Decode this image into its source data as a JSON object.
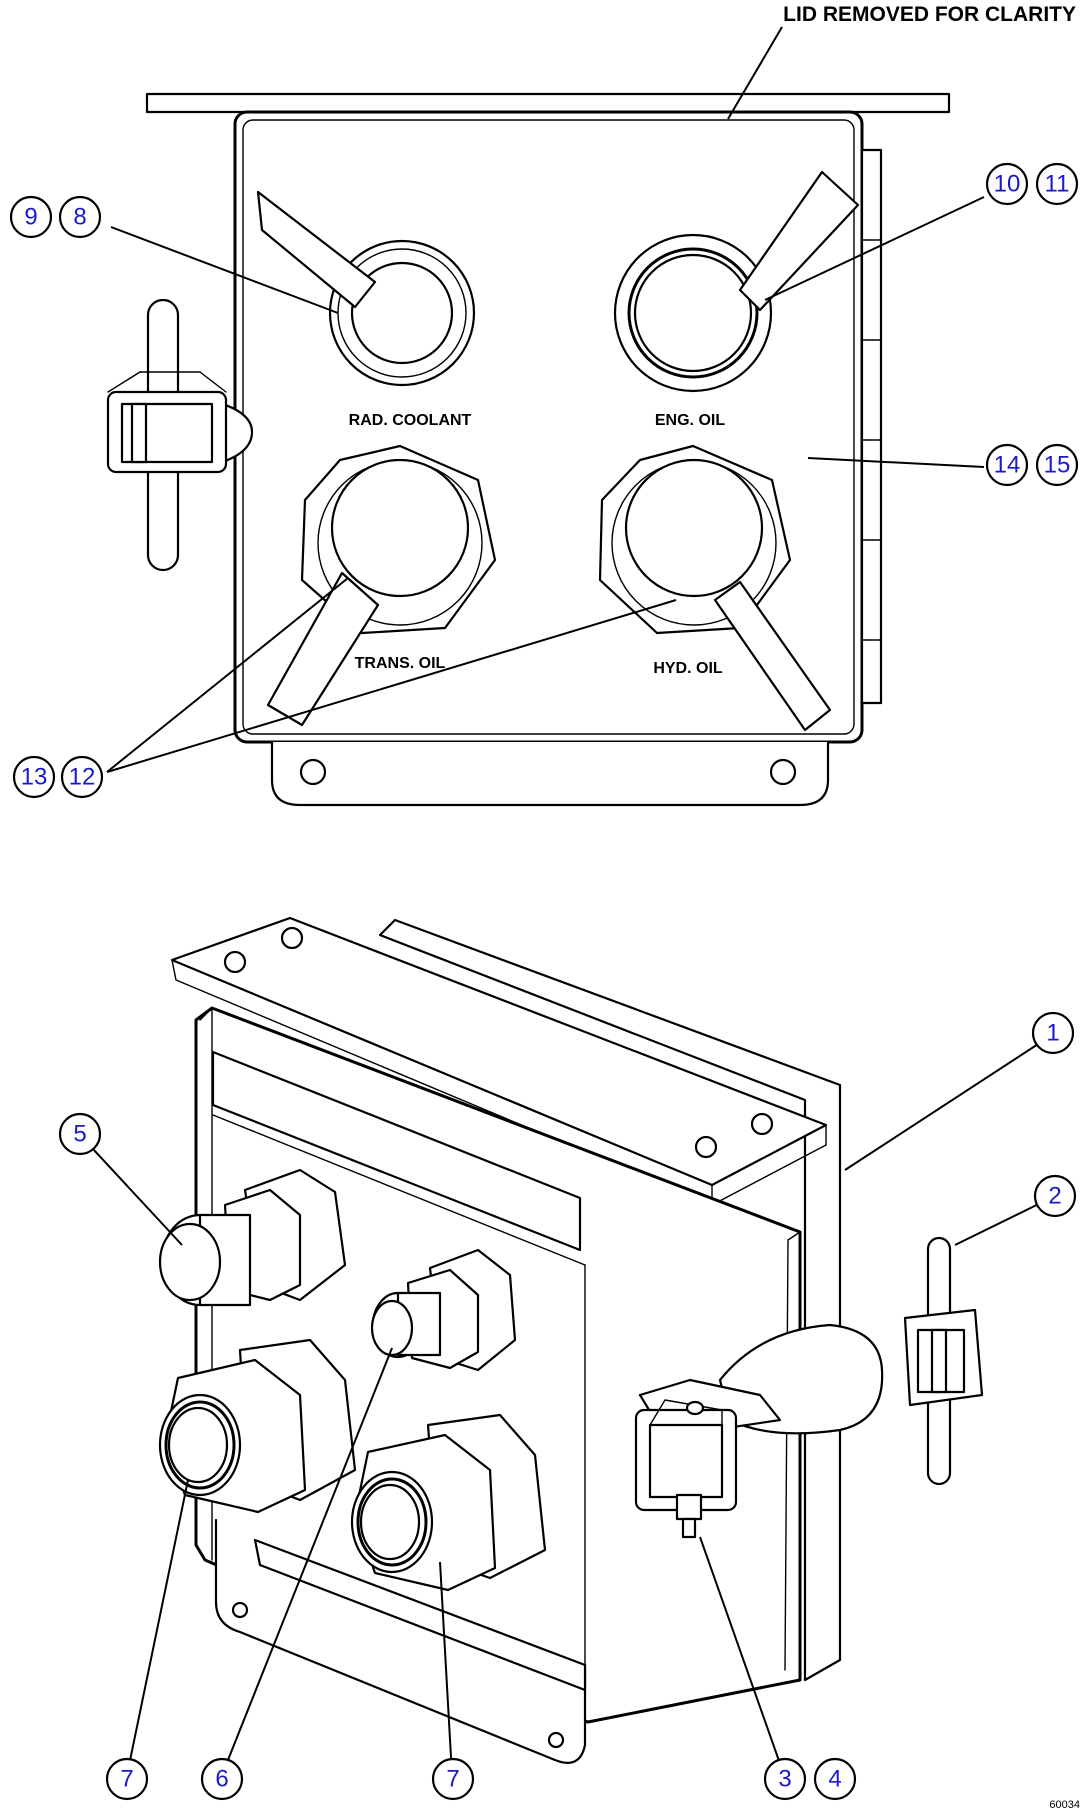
{
  "note": "LID REMOVED FOR CLARITY",
  "figure_id": "60034",
  "port_labels": {
    "rad_coolant": "RAD. COOLANT",
    "eng_oil": "ENG. OIL",
    "trans_oil": "TRANS. OIL",
    "hyd_oil": "HYD. OIL"
  },
  "callouts": {
    "c1": "1",
    "c2": "2",
    "c3": "3",
    "c4": "4",
    "c5": "5",
    "c6": "6",
    "c7a": "7",
    "c7b": "7",
    "c8": "8",
    "c9": "9",
    "c10": "10",
    "c11": "11",
    "c12": "12",
    "c13": "13",
    "c14": "14",
    "c15": "15"
  },
  "colors": {
    "callout_text": "#1a1acc",
    "line": "#000000"
  }
}
